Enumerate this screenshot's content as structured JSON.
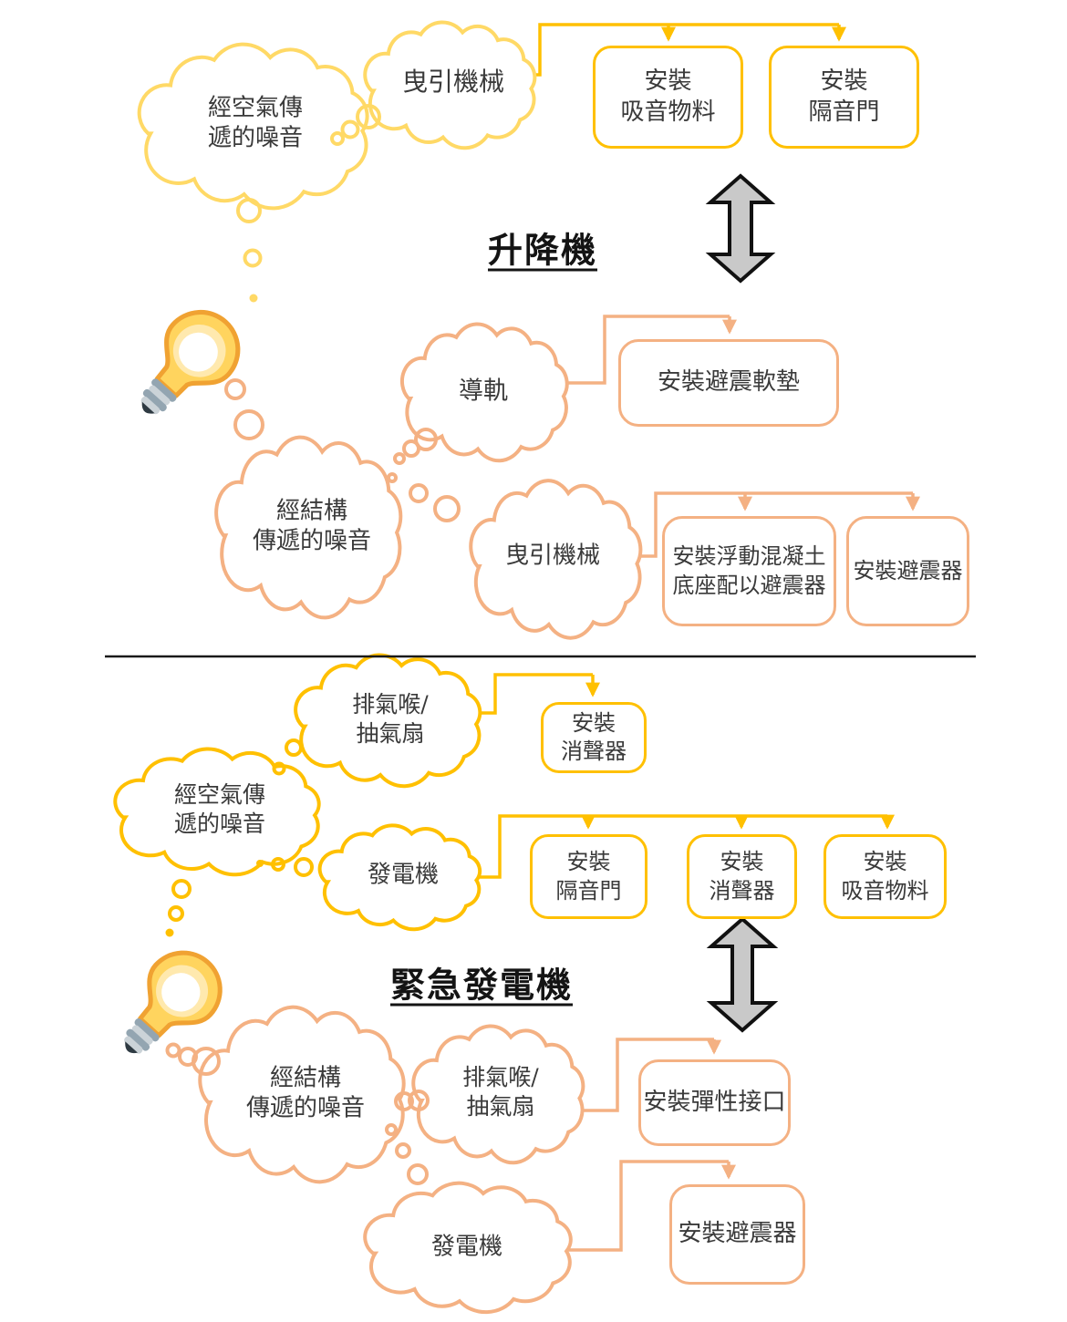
{
  "colors": {
    "light_yellow": "#FFD966",
    "gold": "#FFC000",
    "orange": "#F4B183",
    "arrow_gray": "#C9C9C9",
    "text": "#3A3A3A"
  },
  "lift": {
    "title": "升降機",
    "airborne_source": "經空氣傳\n遞的噪音",
    "airborne_equipment": "曳引機械",
    "measure_absorb": "安裝\n吸音物料",
    "measure_door": "安裝\n隔音門",
    "structure_source": "經結構\n傳遞的噪音",
    "structure_rail": "導軌",
    "measure_pad": "安裝避震軟墊",
    "structure_traction": "曳引機械",
    "measure_concrete": "安裝浮動混凝土\n底座配以避震器",
    "measure_isolator": "安裝避震器"
  },
  "generator": {
    "title": "緊急發電機",
    "airborne_source": "經空氣傳\n遞的噪音",
    "airborne_exhaust": "排氣喉/\n抽氣扇",
    "measure_silencer_exhaust": "安裝\n消聲器",
    "airborne_generator": "發電機",
    "measure_door": "安裝\n隔音門",
    "measure_silencer": "安裝\n消聲器",
    "measure_absorb": "安裝\n吸音物料",
    "structure_source": "經結構\n傳遞的噪音",
    "structure_exhaust": "排氣喉/\n抽氣扇",
    "measure_flexible": "安裝彈性接口",
    "structure_generator": "發電機",
    "measure_isolator": "安裝避震器"
  }
}
